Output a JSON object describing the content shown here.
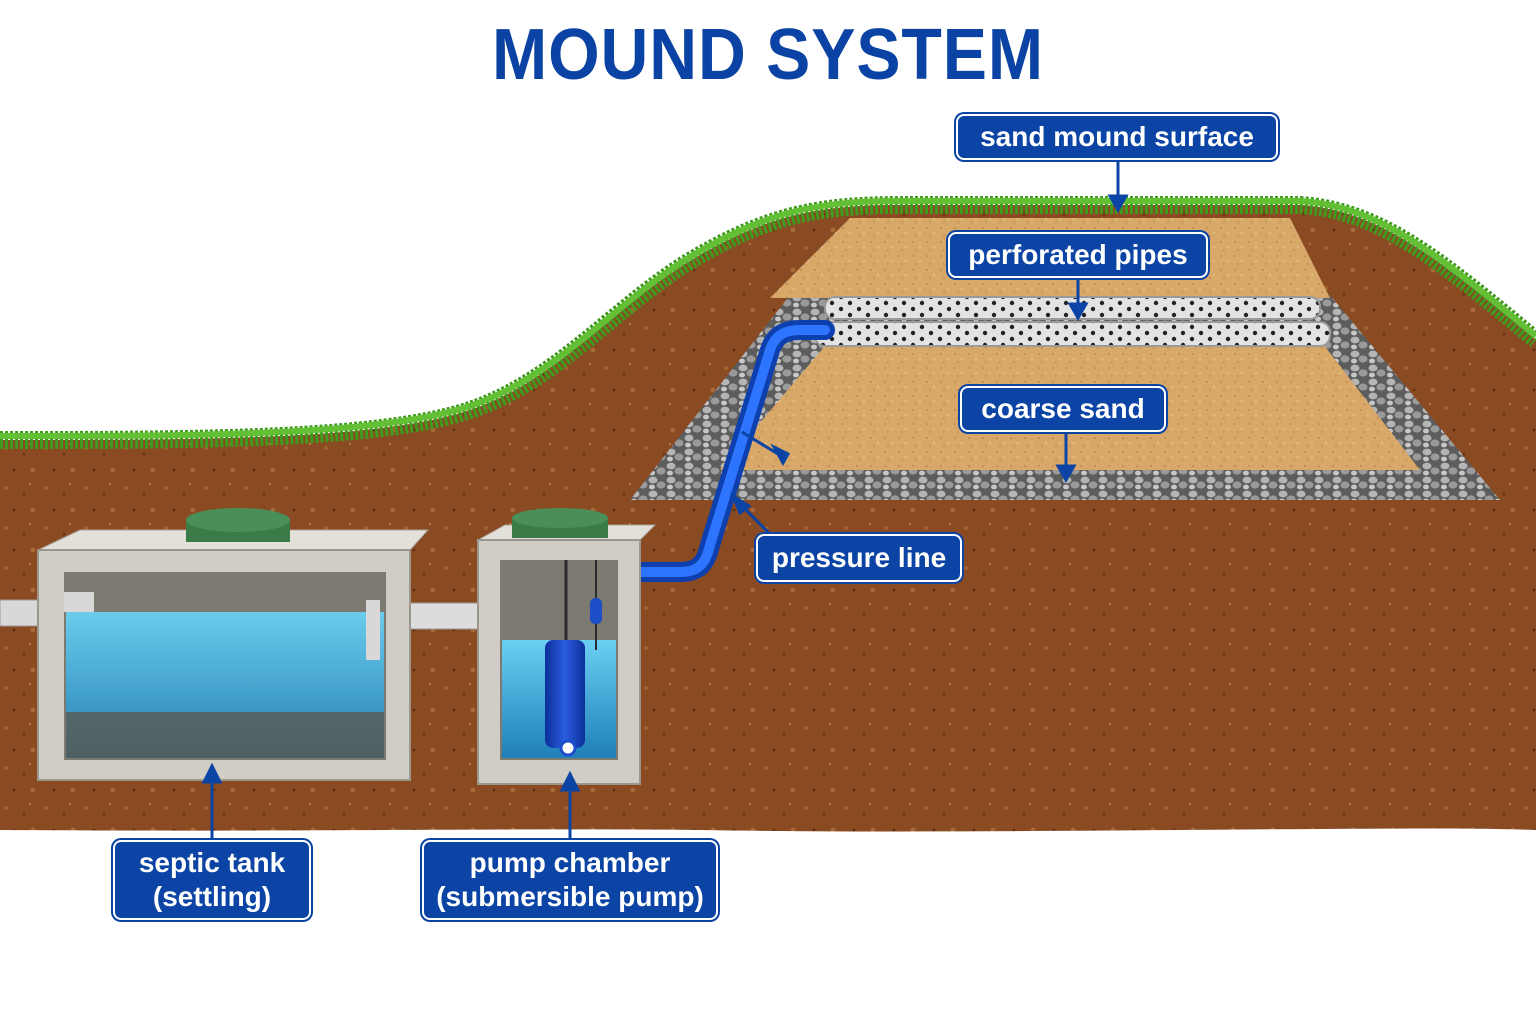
{
  "title": "MOUND SYSTEM",
  "labels": {
    "sand_mound_surface": "sand mound surface",
    "perforated_pipes": "perforated pipes",
    "coarse_sand": "coarse sand",
    "pressure_line": "pressure line",
    "septic_tank": "septic tank\n(settling)",
    "pump_chamber": "pump chamber\n(submersible pump)"
  },
  "colors": {
    "title": "#0a43a3",
    "label_bg": "#0b44a4",
    "soil": "#8a4a22",
    "grass": "#3f9a1e",
    "sand": "#d9aa6a",
    "gravel": "#8d8d8d",
    "water": "#2f9fd6",
    "concrete": "#cfcdc6",
    "pipe_blue": "#1559d6"
  }
}
